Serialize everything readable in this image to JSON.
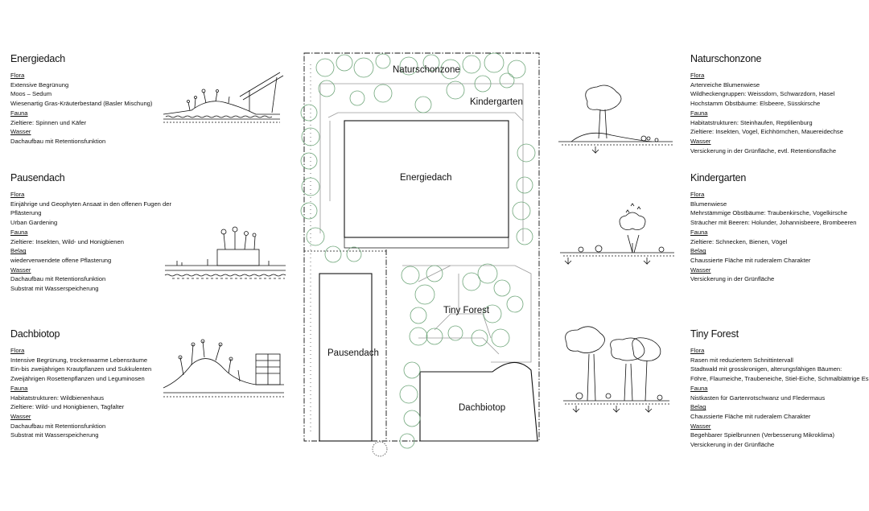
{
  "panels": {
    "energiedach": {
      "title": "Energiedach",
      "lines": [
        {
          "text": "Flora",
          "cat": true
        },
        {
          "text": "Extensive Begrünung"
        },
        {
          "text": "Moos – Sedum"
        },
        {
          "text": "Wiesenartig Gras-Kräuterbestand (Basler Mischung)"
        },
        {
          "text": "Fauna",
          "cat": true
        },
        {
          "text": "Zieltiere: Spinnen und Käfer"
        },
        {
          "text": "Wasser",
          "cat": true
        },
        {
          "text": "Dachaufbau mit Retentionsfunktion"
        }
      ]
    },
    "pausendach": {
      "title": "Pausendach",
      "lines": [
        {
          "text": "Flora",
          "cat": true
        },
        {
          "text": "Einjährige und Geophyten Ansaat in den offenen Fugen der"
        },
        {
          "text": "Pflästerung"
        },
        {
          "text": "Urban Gardening"
        },
        {
          "text": "Fauna",
          "cat": true
        },
        {
          "text": "Zieltiere: Insekten, Wild- und Honigbienen"
        },
        {
          "text": "Belag",
          "cat": true
        },
        {
          "text": "wiederverwendete offene Pflasterung"
        },
        {
          "text": "Wasser",
          "cat": true
        },
        {
          "text": "Dachaufbau mit Retentionsfunktion"
        },
        {
          "text": "Substrat mit Wasserspeicherung"
        }
      ]
    },
    "dachbiotop": {
      "title": "Dachbiotop",
      "lines": [
        {
          "text": "Flora",
          "cat": true
        },
        {
          "text": "Intensive Begrünung, trockenwarme Lebensräume"
        },
        {
          "text": "Ein-bis zweijährigen Krautpflanzen und Sukkulenten"
        },
        {
          "text": "Zweijährigen Rosettenpflanzen und Leguminosen"
        },
        {
          "text": "Fauna",
          "cat": true
        },
        {
          "text": "Habitatstrukturen: Wildbienenhaus"
        },
        {
          "text": "Zieltiere: Wild- und Honigbienen, Tagfalter"
        },
        {
          "text": "Wasser",
          "cat": true
        },
        {
          "text": "Dachaufbau mit Retentionsfunktion"
        },
        {
          "text": "Substrat mit Wasserspeicherung"
        }
      ]
    },
    "naturschonzone": {
      "title": "Naturschonzone",
      "lines": [
        {
          "text": "Flora",
          "cat": true
        },
        {
          "text": "Artenreiche Blumenwiese"
        },
        {
          "text": "Wildheckengruppen: Weissdorn, Schwarzdorn, Hasel"
        },
        {
          "text": "Hochstamm Obstbäume: Elsbeere, Süsskirsche"
        },
        {
          "text": "Fauna",
          "cat": true
        },
        {
          "text": "Habitatstrukturen: Steinhaufen, Reptilienburg"
        },
        {
          "text": "Zieltiere: Insekten, Vogel, Eichhörnchen, Mauereidechse"
        },
        {
          "text": "Wasser",
          "cat": true
        },
        {
          "text": "Versickerung in der Grünfläche, evtl. Retentionsfläche"
        }
      ]
    },
    "kindergarten": {
      "title": "Kindergarten",
      "lines": [
        {
          "text": "Flora",
          "cat": true
        },
        {
          "text": "Blumenwiese"
        },
        {
          "text": "Mehrstämmige Obstbäume: Traubenkirsche, Vogelkirsche"
        },
        {
          "text": "Sträucher mit Beeren: Holunder, Johannisbeere, Brombeeren"
        },
        {
          "text": "Fauna",
          "cat": true
        },
        {
          "text": "Zieltiere: Schnecken, Bienen, Vögel"
        },
        {
          "text": "Belag",
          "cat": true
        },
        {
          "text": "Chaussierte Fläche mit ruderalem Charakter"
        },
        {
          "text": "Wasser",
          "cat": true
        },
        {
          "text": "Versickerung in der Grünfläche"
        }
      ]
    },
    "tinyforest": {
      "title": "Tiny Forest",
      "lines": [
        {
          "text": "Flora",
          "cat": true
        },
        {
          "text": "Rasen mit reduziertem Schnittintervall"
        },
        {
          "text": "Stadtwald mit grosskronigen, alterungsfähigen Bäumen:"
        },
        {
          "text": "Föhre, Flaumeiche, Traubeneiche, Stiel-Eiche, Schmalblättrige Esche"
        },
        {
          "text": "Fauna",
          "cat": true
        },
        {
          "text": "Nistkasten für Gartenrotschwanz und Fledermaus"
        },
        {
          "text": "Belag",
          "cat": true
        },
        {
          "text": "Chaussierte Fläche mit ruderalem Charakter"
        },
        {
          "text": "Wasser",
          "cat": true
        },
        {
          "text": "Begehbarer Spielbrunnen (Verbesserung Mikroklima)"
        },
        {
          "text": "Versickerung in der Grünfläche"
        }
      ]
    }
  },
  "plan": {
    "labels": {
      "naturschonzone": "Naturschonzone",
      "kindergarten": "Kindergarten",
      "energiedach": "Energiedach",
      "tinyforest": "Tiny Forest",
      "pausendach": "Pausendach",
      "dachbiotop": "Dachbiotop"
    }
  },
  "colors": {
    "ink": "#111111",
    "tree": "#6fa67a",
    "path": "#9a9a9a"
  }
}
